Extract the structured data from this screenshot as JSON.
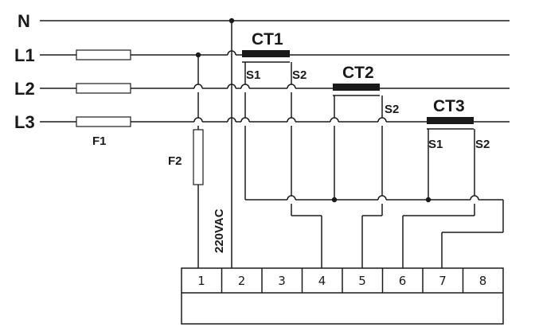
{
  "lines": {
    "n": "N",
    "l1": "L1",
    "l2": "L2",
    "l3": "L3"
  },
  "fuses": {
    "f1": "F1",
    "f2": "F2"
  },
  "supply_label": "220VAC",
  "transformers": [
    {
      "name": "CT1",
      "s1": "S1",
      "s2": "S2"
    },
    {
      "name": "CT2",
      "s2": "S2"
    },
    {
      "name": "CT3",
      "s1": "S1",
      "s2": "S2"
    }
  ],
  "terminals": [
    "1",
    "2",
    "3",
    "4",
    "5",
    "6",
    "7",
    "8"
  ]
}
